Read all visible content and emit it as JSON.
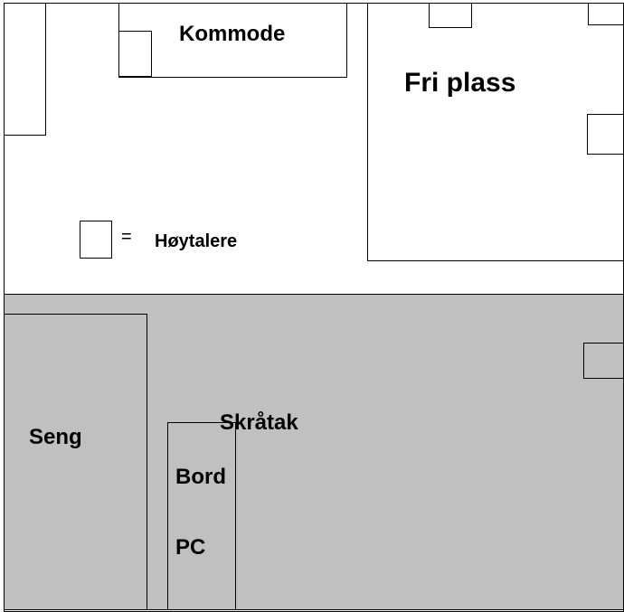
{
  "colors": {
    "background": "#ffffff",
    "sloped_ceiling_fill": "#c0c0c0",
    "outline": "#000000"
  },
  "legend": {
    "equals_sign": "=",
    "speaker_label": "Høytalere"
  },
  "rooms": {
    "dresser": "Kommode",
    "free_space": "Fri plass",
    "sloped_ceiling": "Skråtak",
    "bed": "Seng",
    "desk": "Bord",
    "computer": "PC"
  }
}
